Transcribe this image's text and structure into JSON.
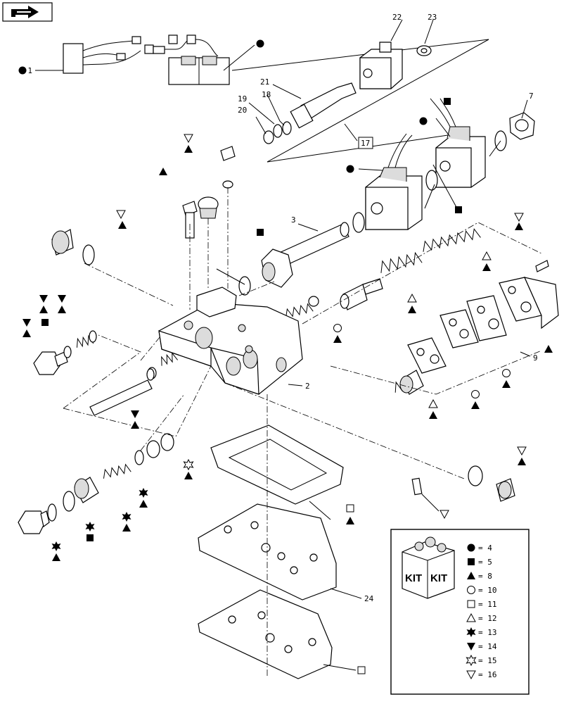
{
  "nav_button": {
    "icon": "next-page-arrow-icon"
  },
  "callouts": [
    {
      "id": "c1",
      "text": "1"
    },
    {
      "id": "c2",
      "text": "2"
    },
    {
      "id": "c3",
      "text": "3"
    },
    {
      "id": "c7",
      "text": "7"
    },
    {
      "id": "c9",
      "text": "9"
    },
    {
      "id": "c17",
      "text": "17"
    },
    {
      "id": "c18",
      "text": "18"
    },
    {
      "id": "c19",
      "text": "19"
    },
    {
      "id": "c20",
      "text": "20"
    },
    {
      "id": "c21",
      "text": "21"
    },
    {
      "id": "c22",
      "text": "22"
    },
    {
      "id": "c23",
      "text": "23"
    },
    {
      "id": "c24",
      "text": "24"
    }
  ],
  "kit_legend": {
    "box_label": "KIT",
    "entries": [
      {
        "symbol": "filled-circle",
        "text": "= 4"
      },
      {
        "symbol": "filled-square",
        "text": "= 5"
      },
      {
        "symbol": "filled-triangle",
        "text": "= 8"
      },
      {
        "symbol": "open-circle",
        "text": "= 10"
      },
      {
        "symbol": "open-square",
        "text": "= 11"
      },
      {
        "symbol": "open-triangle",
        "text": "= 12"
      },
      {
        "symbol": "filled-star",
        "text": "= 13"
      },
      {
        "symbol": "filled-down-triangle",
        "text": "= 14"
      },
      {
        "symbol": "open-star",
        "text": "= 15"
      },
      {
        "symbol": "open-down-triangle",
        "text": "= 16"
      }
    ]
  }
}
